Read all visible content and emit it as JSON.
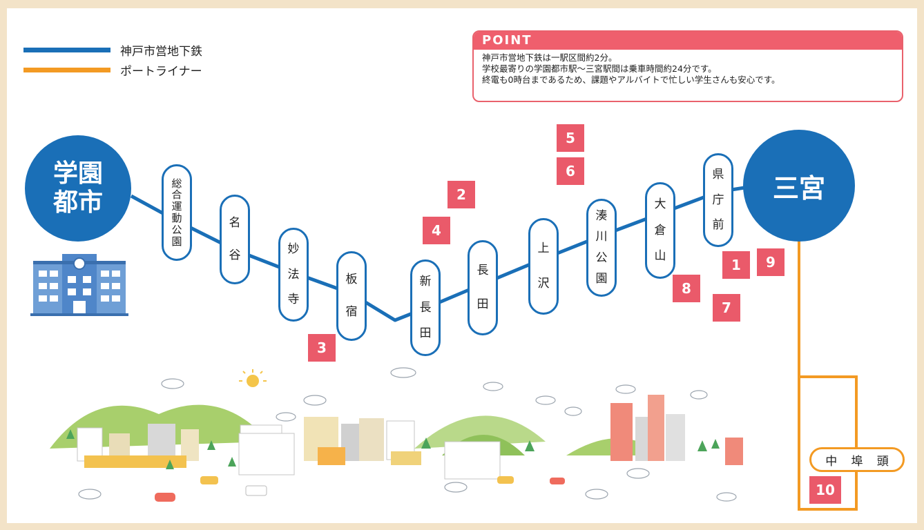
{
  "legend": [
    {
      "label": "神戸市営地下鉄",
      "color": "#1a6fb7"
    },
    {
      "label": "ポートライナー",
      "color": "#f39a23"
    }
  ],
  "point": {
    "title": "POINT",
    "lines": [
      "神戸市営地下鉄は一駅区間約2分。",
      "学校最寄りの学園都市駅〜三宮駅間は乗車時間約24分です。",
      "終電も0時台まであるため、課題やアルバイトで忙しい学生さんも安心です。"
    ]
  },
  "terminals": {
    "start": {
      "line1": "学園",
      "line2": "都市"
    },
    "end": {
      "label": "三宮"
    }
  },
  "stations": [
    {
      "chars": [
        "総",
        "合",
        "運",
        "動",
        "公",
        "園"
      ]
    },
    {
      "chars": [
        "名",
        "谷"
      ]
    },
    {
      "chars": [
        "妙",
        "法",
        "寺"
      ]
    },
    {
      "chars": [
        "板",
        "宿"
      ]
    },
    {
      "chars": [
        "新",
        "長",
        "田"
      ]
    },
    {
      "chars": [
        "長",
        "田"
      ]
    },
    {
      "chars": [
        "上",
        "沢"
      ]
    },
    {
      "chars": [
        "湊",
        "川",
        "公",
        "園"
      ]
    },
    {
      "chars": [
        "大",
        "倉",
        "山"
      ]
    },
    {
      "chars": [
        "県",
        "庁",
        "前"
      ]
    }
  ],
  "portliner_station": {
    "chars": [
      "中",
      "埠",
      "頭"
    ]
  },
  "markers": [
    "3",
    "2",
    "4",
    "5",
    "6",
    "1",
    "9",
    "8",
    "7",
    "10"
  ],
  "colors": {
    "subway": "#1a6fb7",
    "portliner": "#f39a23",
    "accent": "#ea5a6a",
    "frame": "#f3e3c8"
  },
  "icons": {
    "school": "school-building-icon",
    "city": "city-landscape-illustration"
  }
}
